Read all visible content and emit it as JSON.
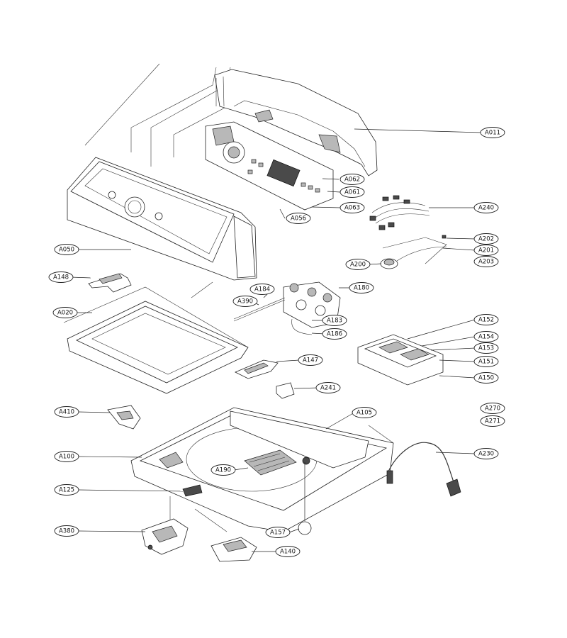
{
  "labels": [
    {
      "text": "A011"
    },
    {
      "text": "A062"
    },
    {
      "text": "A061"
    },
    {
      "text": "A063"
    },
    {
      "text": "A056"
    },
    {
      "text": "A240"
    },
    {
      "text": "A202"
    },
    {
      "text": "A201"
    },
    {
      "text": "A203"
    },
    {
      "text": "A200"
    },
    {
      "text": "A050"
    },
    {
      "text": "A148"
    },
    {
      "text": "A184"
    },
    {
      "text": "A180"
    },
    {
      "text": "A390"
    },
    {
      "text": "A183"
    },
    {
      "text": "A186"
    },
    {
      "text": "A020"
    },
    {
      "text": "A152"
    },
    {
      "text": "A154"
    },
    {
      "text": "A153"
    },
    {
      "text": "A151"
    },
    {
      "text": "A150"
    },
    {
      "text": "A147"
    },
    {
      "text": "A241"
    },
    {
      "text": "A270"
    },
    {
      "text": "A271"
    },
    {
      "text": "A410"
    },
    {
      "text": "A105"
    },
    {
      "text": "A100"
    },
    {
      "text": "A230"
    },
    {
      "text": "A190"
    },
    {
      "text": "A125"
    },
    {
      "text": "A380"
    },
    {
      "text": "A157"
    },
    {
      "text": "A140"
    }
  ]
}
